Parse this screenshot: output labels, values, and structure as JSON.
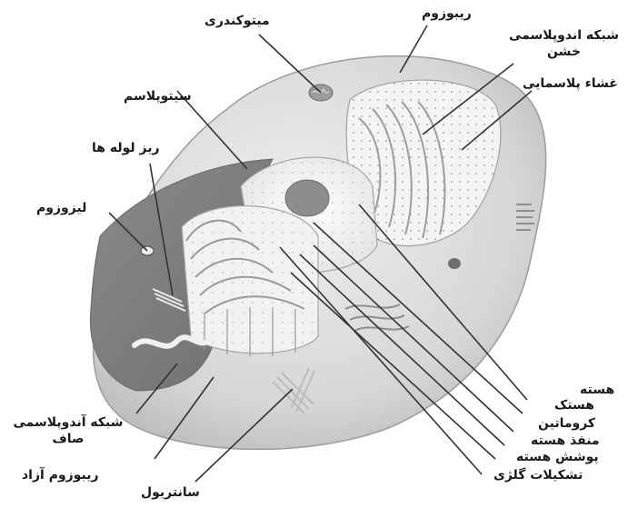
{
  "diagram": {
    "labels": {
      "mitochondria": "میتوکندری",
      "ribosome": "ریبوزوم",
      "rough_er": "شبکه اندوپلاسمی خشن",
      "plasma_membrane": "غشاء پلاسمایی",
      "cytoplasm": "سیتوپلاسم",
      "microtubules": "ریز لوله ها",
      "lysosome": "لیزوزوم",
      "nucleus": "هسته",
      "nucleolus": "هستک",
      "chromatin": "کروماتین",
      "nuclear_pore": "منفذ هسته",
      "nuclear_envelope": "پوشش هسته",
      "golgi": "تشکیلات گلژی",
      "smooth_er": "شبکه آندوپلاسمی صاف",
      "free_ribosome": "ریبوزوم آزاد",
      "centriole": "سانتریول"
    }
  }
}
